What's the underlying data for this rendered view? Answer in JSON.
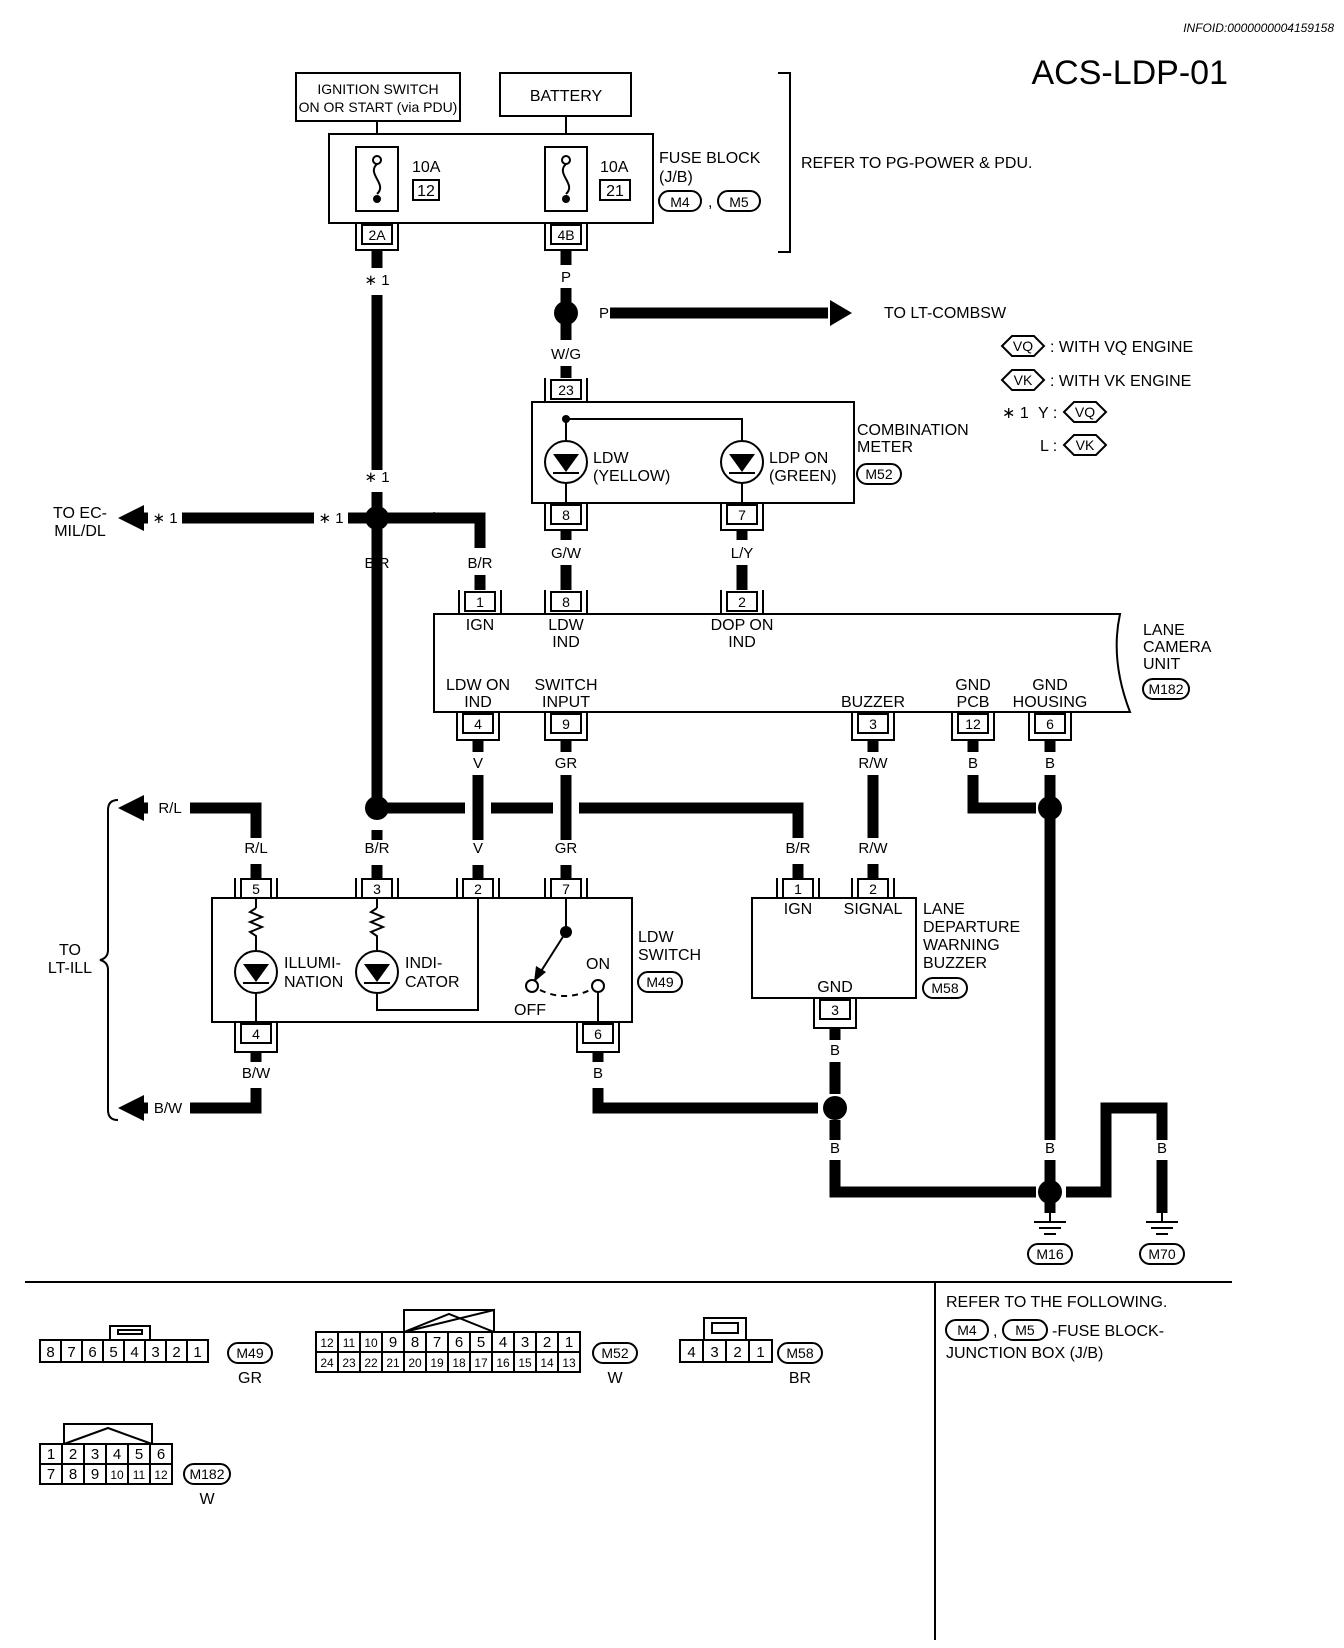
{
  "infoid": "INFOID:0000000004159158",
  "title": "ACS-LDP-01",
  "refer_pg": "REFER TO PG-POWER & PDU.",
  "fuse_block": {
    "line1": "FUSE BLOCK",
    "line2": "(J/B)",
    "conn1": "M4",
    "conn2": "M5",
    "sep": ","
  },
  "ignition_switch": {
    "line1": "IGNITION SWITCH",
    "line2": "ON OR START (via PDU)"
  },
  "battery": "BATTERY",
  "fuses": [
    {
      "amps": "10A",
      "num": "12",
      "terminal": "2A"
    },
    {
      "amps": "10A",
      "num": "21",
      "terminal": "4B"
    }
  ],
  "wire_colors": {
    "p": "P",
    "wg": "W/G",
    "gw": "G/W",
    "ly": "L/Y",
    "br": "B/R",
    "v": "V",
    "gr": "GR",
    "rw": "R/W",
    "b": "B",
    "rl": "R/L",
    "bw": "B/W"
  },
  "star1": "∗ 1",
  "to_lt_combsw": "TO LT-COMBSW",
  "to_ec": {
    "line1": "TO EC-",
    "line2": "MIL/DL"
  },
  "to_lt_ill": {
    "line1": "TO",
    "line2": "LT-ILL"
  },
  "legend": {
    "vq_tag": "VQ",
    "vq_text": ": WITH VQ ENGINE",
    "vk_tag": "VK",
    "vk_text": ": WITH VK ENGINE",
    "star_y": "Y :",
    "star_l": "L :"
  },
  "combination_meter": {
    "name1": "COMBINATION",
    "name2": "METER",
    "conn": "M52",
    "term_in": "23",
    "term_a": "8",
    "term_b": "7",
    "ldw1": "LDW",
    "ldw2": "(YELLOW)",
    "ldp1": "LDP ON",
    "ldp2": "(GREEN)"
  },
  "camera": {
    "name1": "LANE",
    "name2": "CAMERA",
    "name3": "UNIT",
    "conn": "M182",
    "top_terms": [
      {
        "num": "1",
        "l1": "IGN",
        "l2": ""
      },
      {
        "num": "8",
        "l1": "LDW",
        "l2": "IND"
      },
      {
        "num": "2",
        "l1": "DOP ON",
        "l2": "IND"
      }
    ],
    "bottom_terms": [
      {
        "num": "4",
        "l1": "LDW ON",
        "l2": "IND"
      },
      {
        "num": "9",
        "l1": "SWITCH",
        "l2": "INPUT"
      },
      {
        "num": "3",
        "l1": "",
        "l2": "BUZZER"
      },
      {
        "num": "12",
        "l1": "GND",
        "l2": "PCB"
      },
      {
        "num": "6",
        "l1": "GND",
        "l2": "HOUSING"
      }
    ]
  },
  "ldw_switch": {
    "name1": "LDW",
    "name2": "SWITCH",
    "conn": "M49",
    "terms": [
      "5",
      "3",
      "2",
      "7",
      "4",
      "6"
    ],
    "illum1": "ILLUMI-",
    "illum2": "NATION",
    "indi1": "INDI-",
    "indi2": "CATOR",
    "on": "ON",
    "off": "OFF"
  },
  "buzzer": {
    "name1": "LANE",
    "name2": "DEPARTURE",
    "name3": "WARNING",
    "name4": "BUZZER",
    "conn": "M58",
    "t1": "1",
    "t2": "2",
    "t3": "3",
    "ign": "IGN",
    "signal": "SIGNAL",
    "gnd": "GND"
  },
  "grounds": [
    "M16",
    "M70"
  ],
  "refer_following": {
    "line1": "REFER TO THE FOLLOWING.",
    "conn1": "M4",
    "conn2": "M5",
    "text": "-FUSE BLOCK-",
    "line3": "JUNCTION BOX (J/B)"
  },
  "connector_views": {
    "m49": {
      "id": "M49",
      "color": "GR",
      "pins": [
        "8",
        "7",
        "6",
        "5",
        "4",
        "3",
        "2",
        "1"
      ]
    },
    "m52": {
      "id": "M52",
      "color": "W",
      "row1": [
        "12",
        "11",
        "10",
        "9",
        "8",
        "7",
        "6",
        "5",
        "4",
        "3",
        "2",
        "1"
      ],
      "row2": [
        "24",
        "23",
        "22",
        "21",
        "20",
        "19",
        "18",
        "17",
        "16",
        "15",
        "14",
        "13"
      ]
    },
    "m58": {
      "id": "M58",
      "color": "BR",
      "pins": [
        "4",
        "3",
        "2",
        "1"
      ]
    },
    "m182": {
      "id": "M182",
      "color": "W",
      "row1": [
        "1",
        "2",
        "3",
        "4",
        "5",
        "6"
      ],
      "row2": [
        "7",
        "8",
        "9",
        "10",
        "11",
        "12"
      ]
    }
  }
}
